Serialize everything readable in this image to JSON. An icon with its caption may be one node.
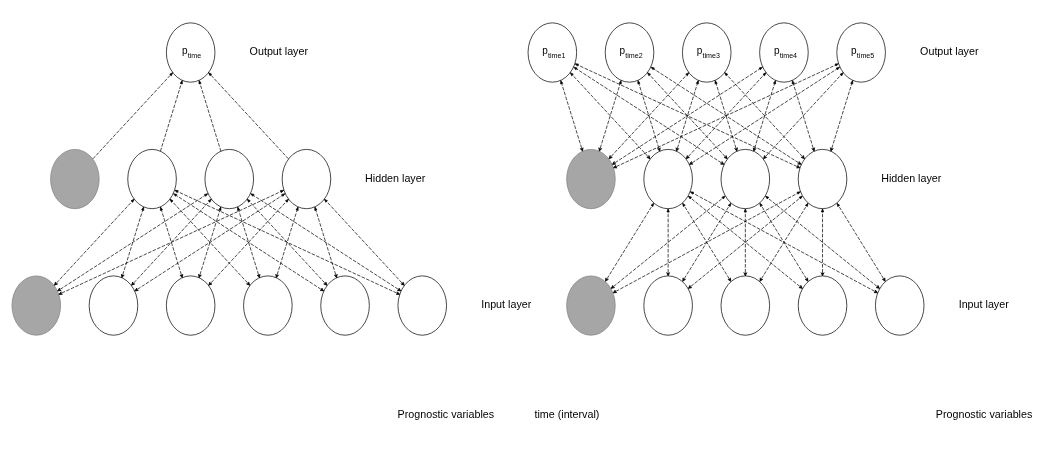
{
  "diagram": {
    "nodes": [
      {
        "text": [
          "p$_{time}$"
        ]
      },
      {
        "text": [],
        "shape": "circle"
      },
      {
        "text": [],
        "shape": "circle"
      },
      {
        "text": [],
        "shape": "circle"
      },
      {
        "text": [],
        "shape": "circle"
      },
      {
        "text": [],
        "shape": "circle"
      },
      {
        "text": [],
        "shape": "circle"
      },
      {
        "text": [],
        "shape": "circle"
      },
      {
        "text": [],
        "shape": "circle"
      },
      {
        "text": [],
        "shape": "circle"
      },
      {
        "text": [],
        "shape": "circle"
      },
      {
        "text": [
          "p$_{time1}$"
        ]
      },
      {
        "text": [
          "p$_{time2}$"
        ]
      },
      {
        "text": [
          "p$_{time3}$"
        ]
      },
      {
        "text": [
          "p$_{time4}$"
        ]
      },
      {
        "text": [
          "p$_{time5}$"
        ]
      },
      {
        "text": [],
        "shape": "circle"
      },
      {
        "text": [],
        "shape": "circle"
      },
      {
        "text": [],
        "shape": "circle"
      },
      {
        "text": [],
        "shape": "circle"
      },
      {
        "text": [],
        "shape": "circle"
      },
      {
        "text": [],
        "shape": "circle"
      },
      {
        "text": [],
        "shape": "circle"
      },
      {
        "text": [],
        "shape": "circle"
      },
      {
        "text": [],
        "shape": "circle"
      }
    ],
    "edges": [
      {
        "from": 1,
        "to": 0,
        "arrow": "to",
        "style": "dashed"
      },
      {
        "from": 2,
        "to": 0,
        "arrow": "to",
        "style": "dashed"
      },
      {
        "from": 3,
        "to": 0,
        "arrow": "to",
        "style": "dashed"
      },
      {
        "from": 4,
        "to": 0,
        "arrow": "to",
        "style": "dashed"
      },
      {
        "from": 5,
        "to": 2,
        "arrow": "both",
        "style": "dashed"
      },
      {
        "from": 6,
        "to": 2,
        "arrow": "both",
        "style": "dashed"
      },
      {
        "from": 7,
        "to": 2,
        "arrow": "both",
        "style": "dashed"
      },
      {
        "from": 8,
        "to": 2,
        "arrow": "both",
        "style": "dashed"
      },
      {
        "from": 9,
        "to": 2,
        "arrow": "both",
        "style": "dashed"
      },
      {
        "from": 10,
        "to": 2,
        "arrow": "both",
        "style": "dashed"
      },
      {
        "from": 5,
        "to": 3,
        "arrow": "both",
        "style": "dashed"
      },
      {
        "from": 6,
        "to": 3,
        "arrow": "both",
        "style": "dashed"
      },
      {
        "from": 7,
        "to": 3,
        "arrow": "both",
        "style": "dashed"
      },
      {
        "from": 8,
        "to": 3,
        "arrow": "both",
        "style": "dashed"
      },
      {
        "from": 9,
        "to": 3,
        "arrow": "both",
        "style": "dashed"
      },
      {
        "from": 10,
        "to": 3,
        "arrow": "both",
        "style": "dashed"
      },
      {
        "from": 5,
        "to": 4,
        "arrow": "both",
        "style": "dashed"
      },
      {
        "from": 6,
        "to": 4,
        "arrow": "both",
        "style": "dashed"
      },
      {
        "from": 7,
        "to": 4,
        "arrow": "both",
        "style": "dashed"
      },
      {
        "from": 8,
        "to": 4,
        "arrow": "both",
        "style": "dashed"
      },
      {
        "from": 9,
        "to": 4,
        "arrow": "both",
        "style": "dashed"
      },
      {
        "from": 10,
        "to": 4,
        "arrow": "both",
        "style": "dashed"
      },
      {
        "from": 16,
        "to": 11,
        "arrow": "both",
        "style": "dashed"
      },
      {
        "from": 17,
        "to": 11,
        "arrow": "both",
        "style": "dashed"
      },
      {
        "from": 18,
        "to": 11,
        "arrow": "both",
        "style": "dashed"
      },
      {
        "from": 19,
        "to": 11,
        "arrow": "both",
        "style": "dashed"
      },
      {
        "from": 16,
        "to": 12,
        "arrow": "both",
        "style": "dashed"
      },
      {
        "from": 17,
        "to": 12,
        "arrow": "both",
        "style": "dashed"
      },
      {
        "from": 18,
        "to": 12,
        "arrow": "both",
        "style": "dashed"
      },
      {
        "from": 19,
        "to": 12,
        "arrow": "both",
        "style": "dashed"
      },
      {
        "from": 16,
        "to": 13,
        "arrow": "both",
        "style": "dashed"
      },
      {
        "from": 17,
        "to": 13,
        "arrow": "both",
        "style": "dashed"
      },
      {
        "from": 18,
        "to": 13,
        "arrow": "both",
        "style": "dashed"
      },
      {
        "from": 19,
        "to": 13,
        "arrow": "both",
        "style": "dashed"
      },
      {
        "from": 16,
        "to": 14,
        "arrow": "both",
        "style": "dashed"
      },
      {
        "from": 17,
        "to": 14,
        "arrow": "both",
        "style": "dashed"
      },
      {
        "from": 18,
        "to": 14,
        "arrow": "both",
        "style": "dashed"
      },
      {
        "from": 19,
        "to": 14,
        "arrow": "both",
        "style": "dashed"
      },
      {
        "from": 16,
        "to": 15,
        "arrow": "both",
        "style": "dashed"
      },
      {
        "from": 17,
        "to": 15,
        "arrow": "both",
        "style": "dashed"
      },
      {
        "from": 18,
        "to": 15,
        "arrow": "both",
        "style": "dashed"
      },
      {
        "from": 19,
        "to": 15,
        "arrow": "both",
        "style": "dashed"
      },
      {
        "from": 20,
        "to": 17,
        "arrow": "both",
        "style": "dashed"
      },
      {
        "from": 21,
        "to": 17,
        "arrow": "both",
        "style": "dashed"
      },
      {
        "from": 22,
        "to": 17,
        "arrow": "both",
        "style": "dashed"
      },
      {
        "from": 23,
        "to": 17,
        "arrow": "both",
        "style": "dashed"
      },
      {
        "from": 24,
        "to": 17,
        "arrow": "both",
        "style": "dashed"
      },
      {
        "from": 20,
        "to": 18,
        "arrow": "both",
        "style": "dashed"
      },
      {
        "from": 21,
        "to": 18,
        "arrow": "both",
        "style": "dashed"
      },
      {
        "from": 22,
        "to": 18,
        "arrow": "both",
        "style": "dashed"
      },
      {
        "from": 23,
        "to": 18,
        "arrow": "both",
        "style": "dashed"
      },
      {
        "from": 24,
        "to": 18,
        "arrow": "both",
        "style": "dashed"
      },
      {
        "from": 20,
        "to": 19,
        "arrow": "both",
        "style": "dashed"
      },
      {
        "from": 21,
        "to": 19,
        "arrow": "both",
        "style": "dashed"
      },
      {
        "from": 22,
        "to": 19,
        "arrow": "both",
        "style": "dashed"
      },
      {
        "from": 23,
        "to": 19,
        "arrow": "both",
        "style": "dashed"
      },
      {
        "from": 24,
        "to": 19,
        "arrow": "both",
        "style": "dashed"
      }
    ],
    "labels": [
      "Output layer",
      "Output layer",
      "Hidden layer",
      "Hidden layer",
      "Input layer",
      "Input layer",
      "Prognostic variables",
      "time (interval)",
      "Prognostic variables"
    ]
  }
}
